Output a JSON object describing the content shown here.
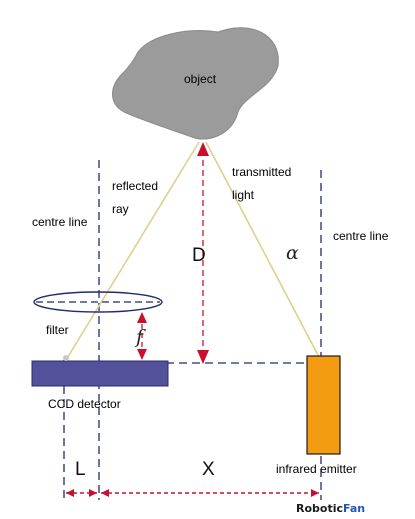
{
  "labels": {
    "object": "object",
    "reflected_1": "reflected",
    "reflected_2": "ray",
    "transmitted_1": "transmitted",
    "transmitted_2": "light",
    "centre_line_left": "centre line",
    "centre_line_right": "centre line",
    "distance_symbol": "D",
    "angle_symbol": "α",
    "focal_symbol": "f",
    "filter": "filter",
    "ccd": "CCD detector",
    "L": "L",
    "X": "X",
    "emitter": "infrared emitter"
  },
  "watermark": {
    "part1": "Robotic",
    "part2": "Fan",
    "color1": "#1a1a1a",
    "color2": "#1f56b8"
  },
  "colors": {
    "object_fill": "#9b9b9b",
    "ray": "#e2cf8a",
    "arrow_red": "#c8102e",
    "ccd_fill": "#52519a",
    "emitter_fill": "#f39c12",
    "dashed": "#1f2d6b"
  }
}
